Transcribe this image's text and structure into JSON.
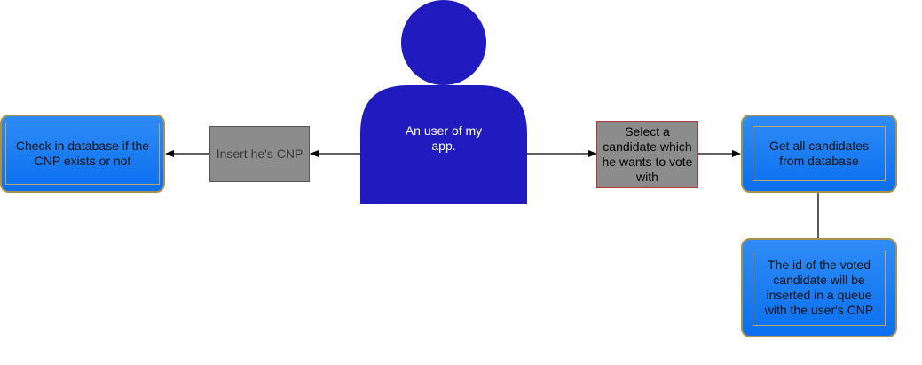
{
  "colors": {
    "person": "#1f1bbf",
    "box_blue_top": "#2f8cf6",
    "box_blue_bottom": "#0a6ff0",
    "box_border": "#a8914c",
    "gray_box": "#8c8c8c",
    "edge": "#000000"
  },
  "nodes": {
    "user": {
      "label": "An user of my app.",
      "icon": "person-icon"
    },
    "insert_cnp": {
      "label": "Insert he's CNP"
    },
    "check_cnp": {
      "label": "Check in database if the CNP exists or not"
    },
    "select_candidate": {
      "label": "Select a candidate which he wants to vote with"
    },
    "get_candidates": {
      "label": "Get all candidates from database"
    },
    "queue_vote": {
      "label": "The id of the voted candidate will be inserted in a queue with the user's CNP"
    }
  },
  "edges": [
    {
      "from": "user",
      "to": "insert_cnp",
      "arrow": true
    },
    {
      "from": "insert_cnp",
      "to": "check_cnp",
      "arrow": true
    },
    {
      "from": "user",
      "to": "select_candidate",
      "arrow": true
    },
    {
      "from": "select_candidate",
      "to": "get_candidates",
      "arrow": true
    },
    {
      "from": "get_candidates",
      "to": "queue_vote",
      "arrow": false
    }
  ]
}
